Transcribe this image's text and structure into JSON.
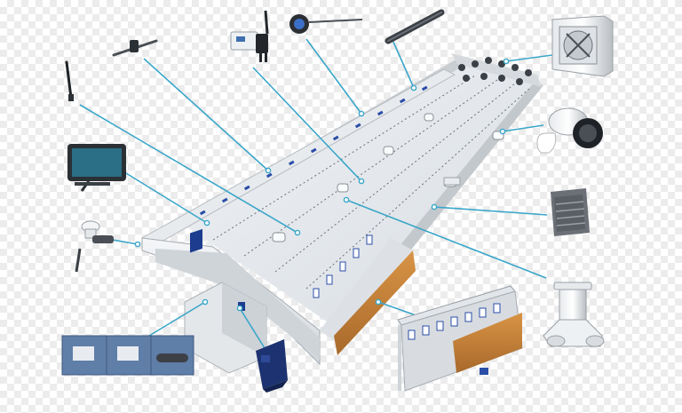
{
  "diagram": {
    "line_color": "#3aa6c9",
    "accent_blue": "#1d3c8f",
    "wall_color": "#dfe3e7",
    "pad_color": "#c8823a",
    "components": [
      {
        "name": "whip-antenna"
      },
      {
        "name": "temperature-probe"
      },
      {
        "name": "humidity-sensor-box"
      },
      {
        "name": "pressure-sensor"
      },
      {
        "name": "tunnel-sensor-rod"
      },
      {
        "name": "exhaust-fan"
      },
      {
        "name": "circulation-fan"
      },
      {
        "name": "touch-controller"
      },
      {
        "name": "side-inlet"
      },
      {
        "name": "outdoor-weather-sensor"
      },
      {
        "name": "chimney-fan"
      },
      {
        "name": "control-cabinet-panels"
      },
      {
        "name": "cooling-pad-module"
      },
      {
        "name": "heater-unit"
      }
    ]
  }
}
